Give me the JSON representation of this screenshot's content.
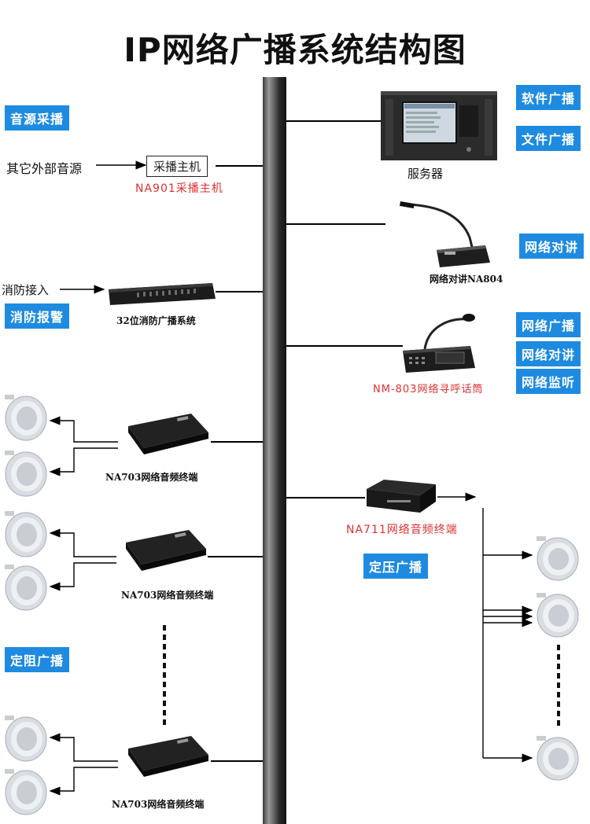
{
  "title": "IP网络广播系统结构图",
  "badges": {
    "audio_capture": "音源采播",
    "fire_alarm": "消防报警",
    "fixed_resistance": "定阻广播",
    "software_broadcast": "软件广播",
    "file_broadcast": "文件广播",
    "net_intercom_1": "网络对讲",
    "net_broadcast": "网络广播",
    "net_intercom_2": "网络对讲",
    "net_monitor": "网络监听",
    "constant_voltage": "定压广播"
  },
  "labels": {
    "other_source": "其它外部音源",
    "capture_host_box": "采播主机",
    "capture_host_model": "NA901采播主机",
    "fire_input": "消防接入",
    "fire_system": "32位消防广播系统",
    "na703_1": "NA703网络音频终端",
    "na703_2": "NA703网络音频终端",
    "na703_3": "NA703网络音频终端",
    "server": "服务器",
    "na804": "网络对讲NA804",
    "nm803": "NM-803网络寻呼话筒",
    "na711": "NA711网络音频终端"
  },
  "colors": {
    "badge_blue": "#1e8be0",
    "model_red": "#e03030",
    "bus_dark": "#2a2a2a"
  }
}
